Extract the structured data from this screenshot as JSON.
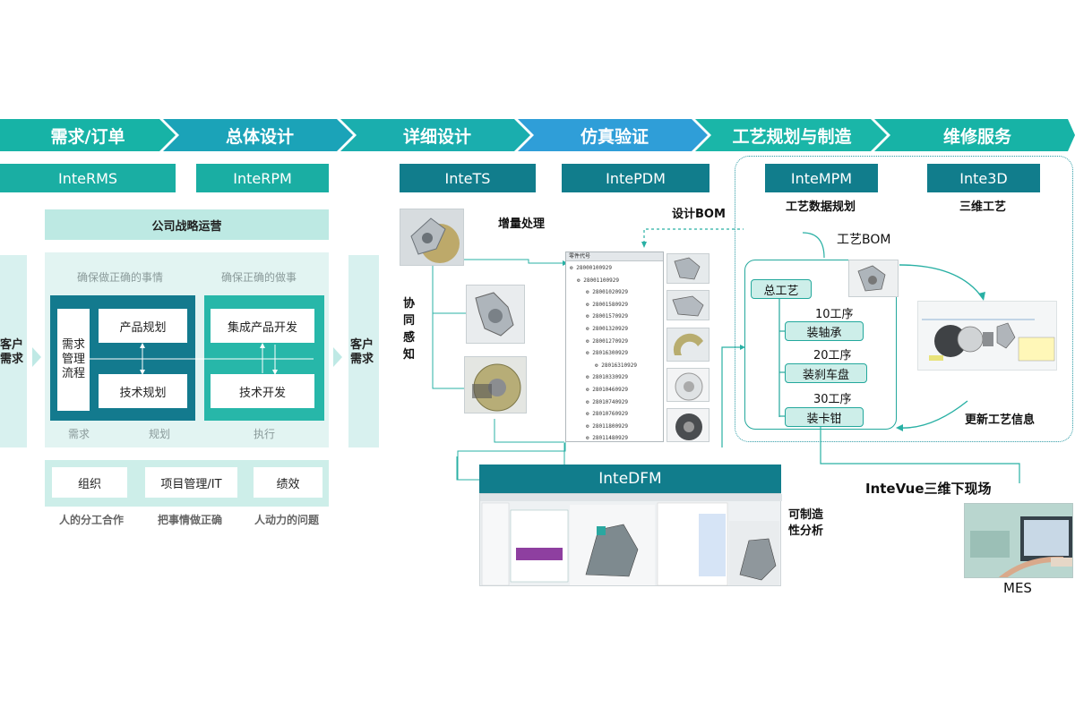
{
  "stages": [
    "需求/订单",
    "总体设计",
    "详细设计",
    "仿真验证",
    "工艺规划与制造",
    "维修服务"
  ],
  "systems": {
    "rms": "InteRMS",
    "rpm": "InteRPM",
    "ts": "InteTS",
    "pdm": "IntePDM",
    "mpm": "InteMPM",
    "i3d": "Inte3D",
    "dfm": "InteDFM"
  },
  "strategy": {
    "title": "公司战略运营",
    "left_caption": "确保做正确的事情",
    "right_caption": "确保正确的做事",
    "customer_left": "客户\n需求",
    "customer_right": "客户\n需求",
    "req_process": "需求\n管理\n流程",
    "product_plan": "产品规划",
    "tech_plan": "技术规划",
    "ipd": "集成产品开发",
    "tech_dev": "技术开发",
    "foot_req": "需求",
    "foot_plan": "规划",
    "foot_exec": "执行"
  },
  "support": {
    "items": [
      "组织",
      "项目管理/IT",
      "绩效"
    ],
    "captions": [
      "人的分工合作",
      "把事情做正确",
      "人动力的问题"
    ]
  },
  "detail": {
    "incremental": "增量处理",
    "collab": "协\n同\n感\n知",
    "design_bom": "设计BOM",
    "tree_header": "零件代号",
    "tree_items": [
      "28000100929",
      "28001100929",
      "28001020929",
      "28001580929",
      "28001570929",
      "28001320929",
      "28001270929",
      "28016300929",
      "28016310929",
      "28010330929",
      "28010460929",
      "28010740929",
      "28010760929",
      "28011800929",
      "28011480929"
    ]
  },
  "process": {
    "mpm_caption": "工艺数据规划",
    "i3d_caption": "三维工艺",
    "process_bom": "工艺BOM",
    "root": "总工艺",
    "ops": [
      {
        "seq": "10工序",
        "name": "装轴承"
      },
      {
        "seq": "20工序",
        "name": "装刹车盘"
      },
      {
        "seq": "30工序",
        "name": "装卡钳"
      }
    ],
    "update": "更新工艺信息"
  },
  "manufacturing": {
    "dfm_caption": "可制造\n性分析",
    "intevue": "InteVue三维下现场",
    "mes": "MES"
  },
  "colors": {
    "teal": "#1aaea3",
    "navy": "#117d8c",
    "blue": "#2f9ed8",
    "light_green": "#cdeee9"
  }
}
